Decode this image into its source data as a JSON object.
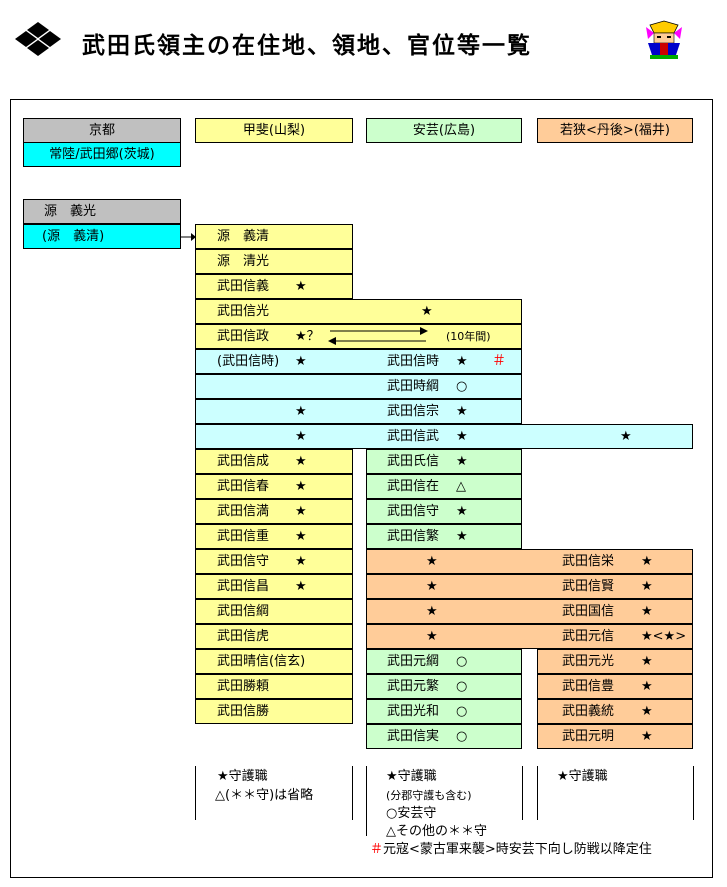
{
  "title": "武田氏領主の在住地、領地、官位等一覧",
  "headers": {
    "kyoto": "京都",
    "hitachi": "常陸/武田郷(茨城)",
    "kai": "甲斐(山梨)",
    "aki": "安芸(広島)",
    "wakasa": "若狭<丹後>(福井)"
  },
  "minamoto": {
    "name": "源　義光",
    "son": "(源　義清)"
  },
  "rows": {
    "r1": {
      "kai": "源　義清"
    },
    "r2": {
      "kai": "源　清光"
    },
    "r3": {
      "kai": "武田信義",
      "kai_mark": "★"
    },
    "r4": {
      "kai": "武田信光",
      "mid_mark": "★"
    },
    "r5": {
      "kai": "武田信政",
      "kai_mark": "★？",
      "note": "(10年間)"
    },
    "r6": {
      "kai": "(武田信時)",
      "kai_mark": "★",
      "aki": "武田信時",
      "aki_mark": "★",
      "hash": "＃"
    },
    "r7": {
      "aki": "武田時綱",
      "aki_mark": "○"
    },
    "r8": {
      "kai_mark": "★",
      "aki": "武田信宗",
      "aki_mark": "★"
    },
    "r9": {
      "kai_mark": "★",
      "aki": "武田信武",
      "aki_mark": "★",
      "waka_mark": "★"
    },
    "r10": {
      "kai": "武田信成",
      "kai_mark": "★",
      "aki": "武田氏信",
      "aki_mark": "★"
    },
    "r11": {
      "kai": "武田信春",
      "kai_mark": "★",
      "aki": "武田信在",
      "aki_mark": "△"
    },
    "r12": {
      "kai": "武田信満",
      "kai_mark": "★",
      "aki": "武田信守",
      "aki_mark": "★"
    },
    "r13": {
      "kai": "武田信重",
      "kai_mark": "★",
      "aki": "武田信繁",
      "aki_mark": "★"
    },
    "r14": {
      "kai": "武田信守",
      "kai_mark": "★",
      "aki_mark": "★",
      "waka": "武田信栄",
      "waka_mark": "★"
    },
    "r15": {
      "kai": "武田信昌",
      "kai_mark": "★",
      "aki_mark": "★",
      "waka": "武田信賢",
      "waka_mark": "★"
    },
    "r16": {
      "kai": "武田信綱",
      "aki_mark": "★",
      "waka": "武田国信",
      "waka_mark": "★"
    },
    "r17": {
      "kai": "武田信虎",
      "aki_mark": "★",
      "waka": "武田元信",
      "waka_mark": "★<★>"
    },
    "r18": {
      "kai": "武田晴信(信玄)",
      "aki": "武田元綱",
      "aki_mark": "○",
      "waka": "武田元光",
      "waka_mark": "★"
    },
    "r19": {
      "kai": "武田勝頼",
      "aki": "武田元繁",
      "aki_mark": "○",
      "waka": "武田信豊",
      "waka_mark": "★"
    },
    "r20": {
      "kai": "武田信勝",
      "aki": "武田光和",
      "aki_mark": "○",
      "waka": "武田義統",
      "waka_mark": "★"
    },
    "r21": {
      "aki": "武田信実",
      "aki_mark": "○",
      "waka": "武田元明",
      "waka_mark": "★"
    }
  },
  "legend": {
    "kai1": "★守護職",
    "kai2": "△(＊＊守)は省略",
    "aki1": "★守護職",
    "aki2": "(分郡守護も含む)",
    "aki3": "○安芸守",
    "aki4": "△その他の＊＊守",
    "waka1": "★守護職",
    "note_mark": "＃",
    "note_text": "元寇<蒙古軍来襲>時安芸下向し防戦以降定住"
  },
  "colors": {
    "gray": "#c0c0c0",
    "cyan": "#00ffff",
    "light_cyan": "#ccffff",
    "yellow": "#ffff99",
    "green": "#ccffcc",
    "orange": "#ffcc99",
    "hash_red": "#ff0000"
  },
  "icons": [
    "takeda-bishi-crest-icon",
    "samurai-helmet-icon"
  ]
}
